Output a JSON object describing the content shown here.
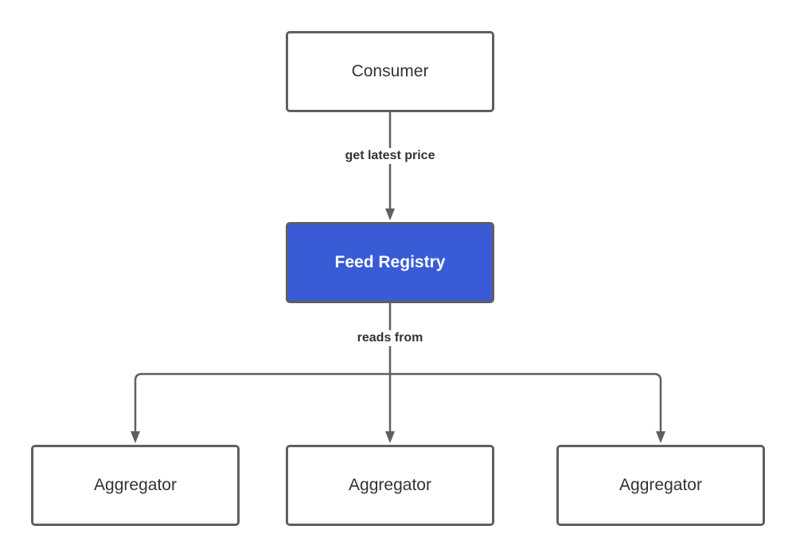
{
  "diagram": {
    "nodes": {
      "consumer": {
        "label": "Consumer"
      },
      "feed_registry": {
        "label": "Feed Registry",
        "fill_color": "#3a5bd6"
      },
      "aggregator_left": {
        "label": "Aggregator"
      },
      "aggregator_center": {
        "label": "Aggregator"
      },
      "aggregator_right": {
        "label": "Aggregator"
      }
    },
    "edges": {
      "consumer_to_registry": {
        "from": "consumer",
        "to": "feed_registry",
        "label": "get latest price"
      },
      "registry_to_aggregators": {
        "from": "feed_registry",
        "to": [
          "aggregator_left",
          "aggregator_center",
          "aggregator_right"
        ],
        "label": "reads from"
      }
    },
    "colors": {
      "stroke": "#5f5f5f",
      "text": "#333333",
      "primary": "#3a5bd6"
    }
  }
}
